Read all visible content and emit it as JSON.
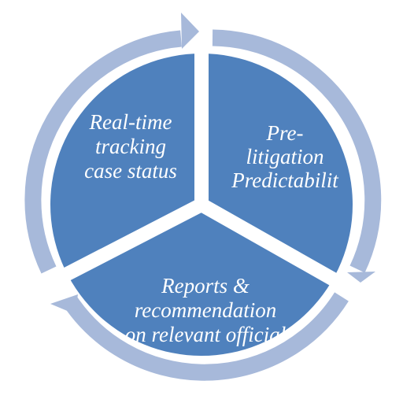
{
  "diagram": {
    "type": "cycle",
    "segments": [
      {
        "lines": [
          "Real-time",
          "tracking",
          "case status"
        ]
      },
      {
        "lines": [
          "Pre-",
          "litigation",
          "Predictabilit"
        ]
      },
      {
        "lines": [
          "Reports  &",
          "recommendation",
          "on relevant official"
        ]
      }
    ],
    "colors": {
      "segment_fill": "#4F81BD",
      "arrow_ring": "#A7B9DA",
      "separator": "#FFFFFF",
      "text": "#FFFFFF"
    }
  }
}
